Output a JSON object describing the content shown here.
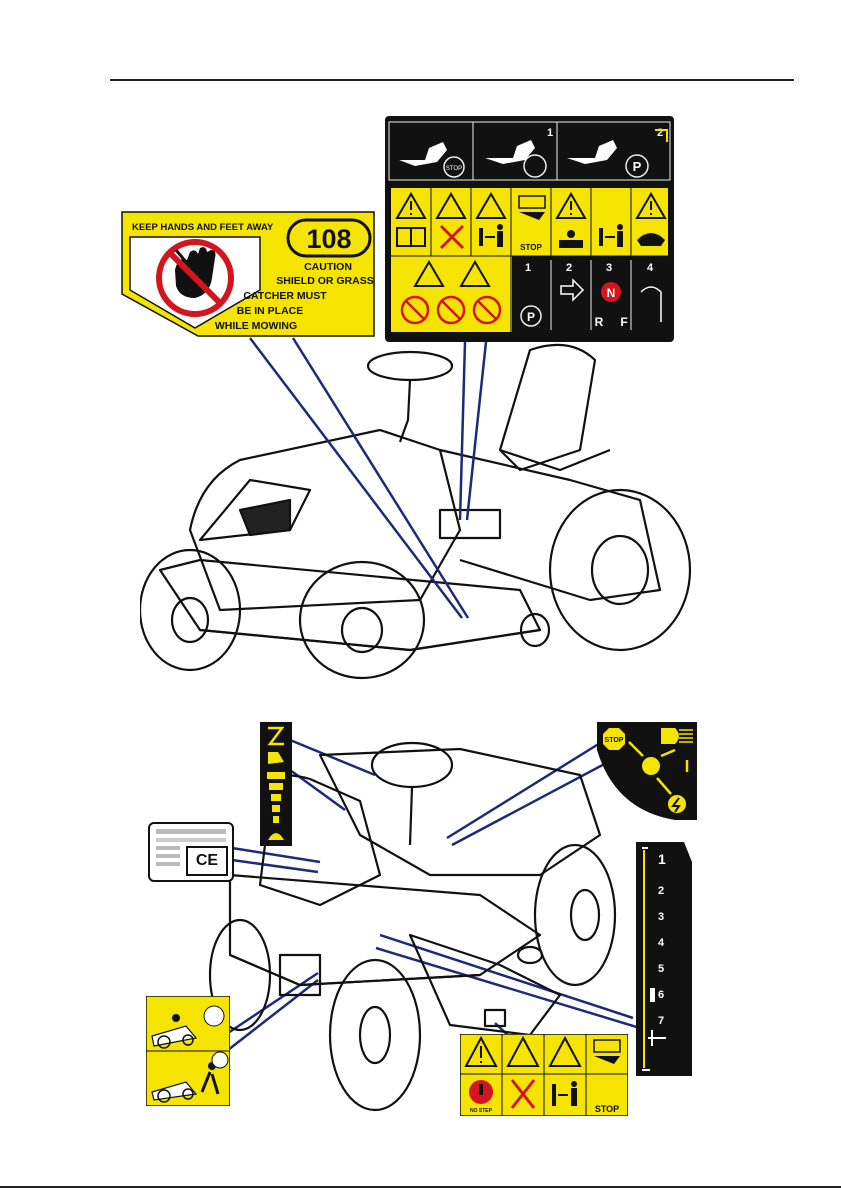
{
  "keep_away_decal": {
    "heading": "KEEP HANDS AND FEET AWAY",
    "number": "108",
    "caution_lines": [
      "CAUTION",
      "SHIELD OR GRASS",
      "CATCHER MUST",
      "BE IN PLACE",
      "WHILE MOWING"
    ]
  },
  "control_decal": {
    "top_steps": [
      "1",
      "2"
    ],
    "stop_label": "STOP",
    "park_label": "P",
    "bottom_steps": [
      "1",
      "2",
      "3",
      "4"
    ],
    "gear_labels": [
      "N",
      "R",
      "F"
    ]
  },
  "ignition_decal": {
    "stop_label": "STOP",
    "lights_label": "≡",
    "off_label": "O",
    "on_label": "I"
  },
  "ce_plate": {
    "mark": "CE"
  },
  "cutting_height_decal": {
    "levels": [
      "1",
      "2",
      "3",
      "4",
      "5",
      "6",
      "7"
    ]
  },
  "deck_decal": {
    "stop_label": "STOP",
    "nostep_label": "NO STEP"
  },
  "colors": {
    "warning_yellow": "#f4e400",
    "decal_black": "#111111",
    "leader_line": "#1c2a7a"
  }
}
